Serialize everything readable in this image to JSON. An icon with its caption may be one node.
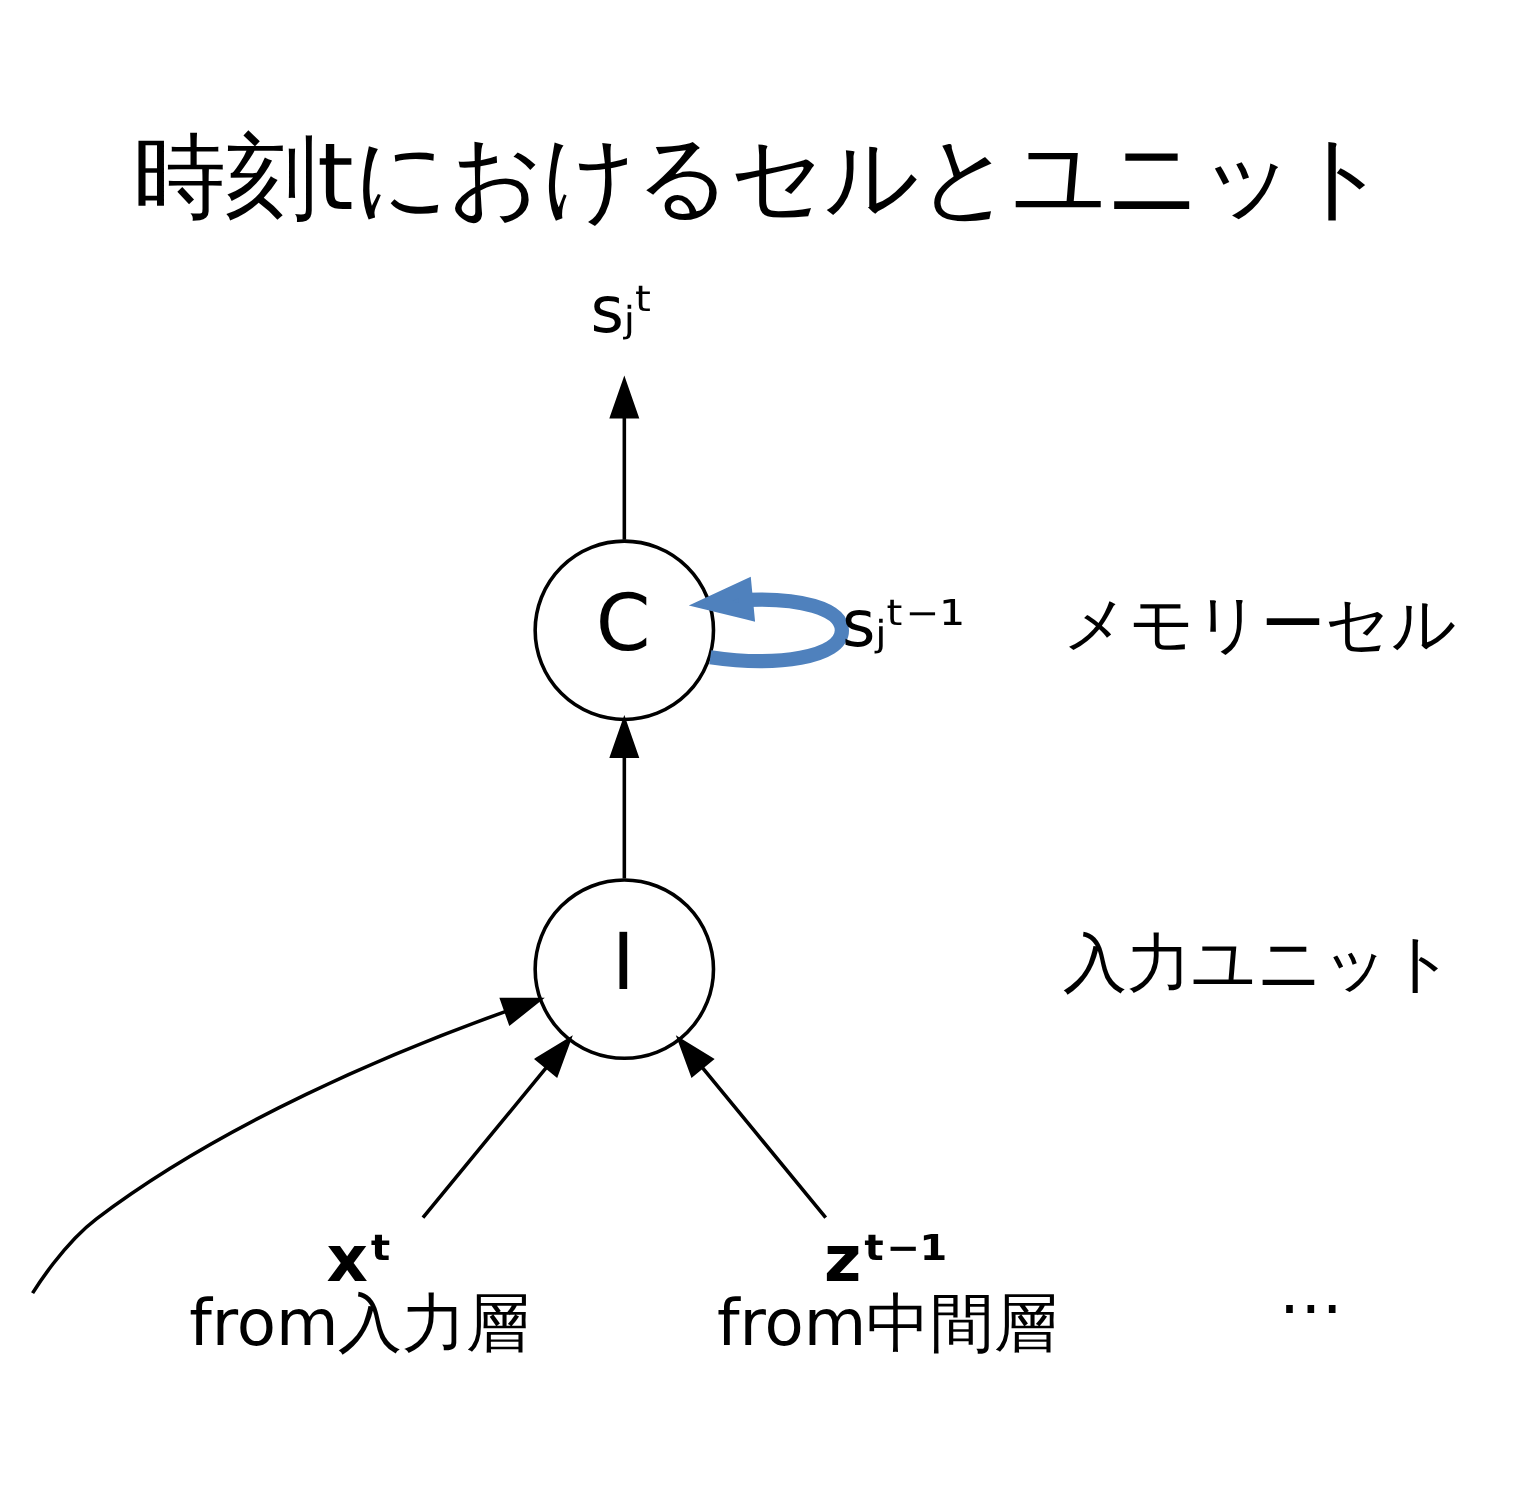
{
  "diagram": {
    "title": "時刻tにおけるセルとユニット",
    "nodes": [
      {
        "text": [
          "sⱼᵗ"
        ]
      },
      {
        "text": [
          "C"
        ]
      },
      {
        "text": [
          "I"
        ]
      },
      {
        "text": [
          "xᵗ"
        ],
        "beside": [
          "from入力層"
        ]
      },
      {
        "text": [
          "zᵗ⁻¹"
        ],
        "beside": [
          "from中間層"
        ]
      }
    ],
    "edges": [
      {
        "from": 1,
        "to": 0,
        "arrow": "to"
      },
      {
        "from": 1,
        "to": 1,
        "arrow": "to",
        "label": "sⱼᵗ⁻¹",
        "style": "thick",
        "color": "#4f81bd"
      },
      {
        "from": 2,
        "to": 1,
        "arrow": "to"
      },
      {
        "from": null,
        "to": 2,
        "arrow": "to"
      },
      {
        "from": 3,
        "to": 2,
        "arrow": "to"
      },
      {
        "from": 4,
        "to": 2,
        "arrow": "to"
      }
    ],
    "labels": [
      "メモリーセル",
      "入力ユニット",
      "…"
    ]
  }
}
